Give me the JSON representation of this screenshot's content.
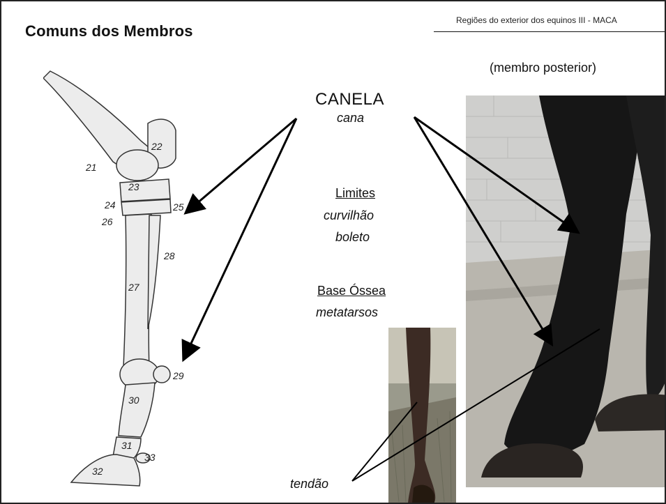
{
  "slide": {
    "title": "Comuns dos Membros",
    "header": "Regiões do exterior dos equinos  III  -  MACA",
    "subtitle": "(membro posterior)"
  },
  "region": {
    "name": "CANELA",
    "name_alt": "cana"
  },
  "limits": {
    "heading": "Limites",
    "items": [
      "curvilhão",
      "boleto"
    ]
  },
  "bone_base": {
    "heading": "Base Óssea",
    "value": "metatarsos"
  },
  "tendon_label": "tendão",
  "bone_numbers": [
    "21",
    "22",
    "23",
    "24",
    "25",
    "26",
    "27",
    "28",
    "29",
    "30",
    "31",
    "32",
    "33"
  ]
}
